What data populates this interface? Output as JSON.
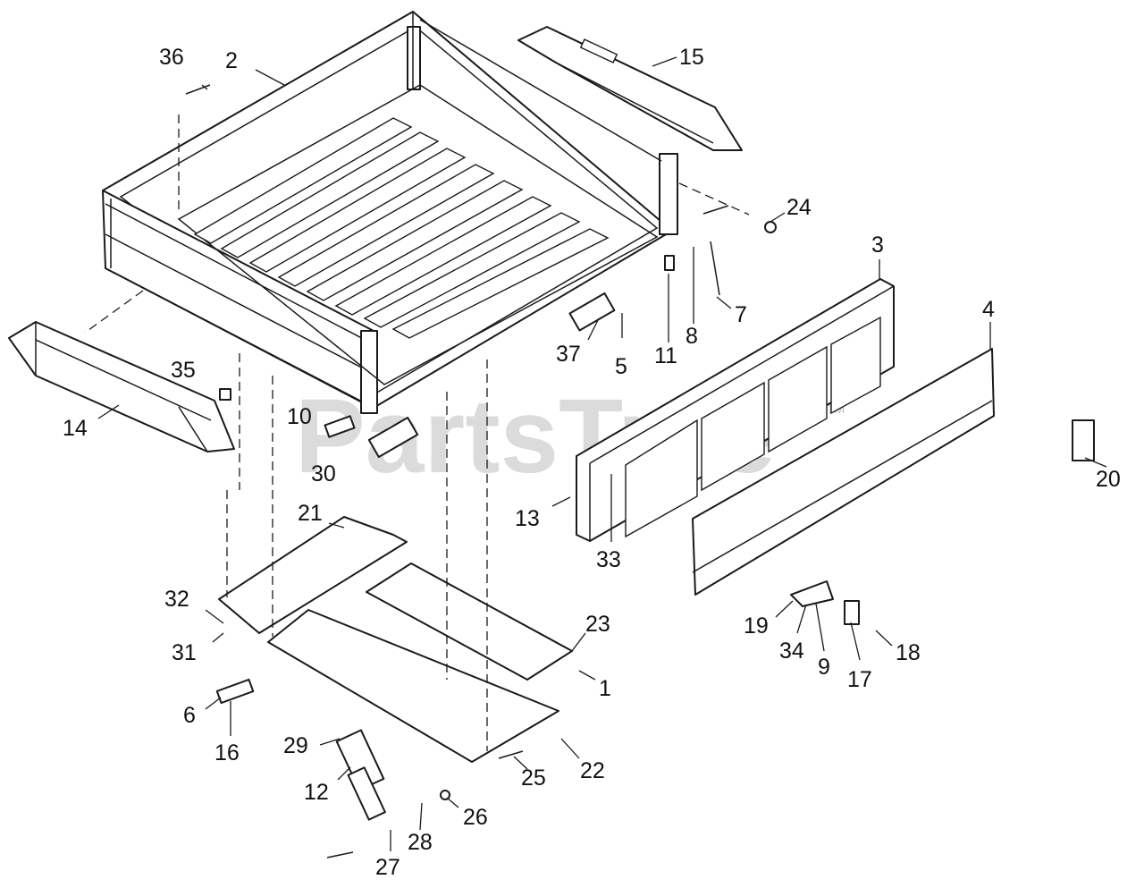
{
  "watermark": {
    "text": "PartsTree",
    "trademark": "TM"
  },
  "callouts": [
    {
      "id": "c36",
      "label": "36"
    },
    {
      "id": "c2",
      "label": "2"
    },
    {
      "id": "c15",
      "label": "15"
    },
    {
      "id": "c24",
      "label": "24"
    },
    {
      "id": "c3",
      "label": "3"
    },
    {
      "id": "c4",
      "label": "4"
    },
    {
      "id": "c7",
      "label": "7"
    },
    {
      "id": "c8",
      "label": "8"
    },
    {
      "id": "c11",
      "label": "11"
    },
    {
      "id": "c5",
      "label": "5"
    },
    {
      "id": "c37",
      "label": "37"
    },
    {
      "id": "c35",
      "label": "35"
    },
    {
      "id": "c14",
      "label": "14"
    },
    {
      "id": "c10",
      "label": "10"
    },
    {
      "id": "c30",
      "label": "30"
    },
    {
      "id": "c20",
      "label": "20"
    },
    {
      "id": "c13",
      "label": "13"
    },
    {
      "id": "c33",
      "label": "33"
    },
    {
      "id": "c21",
      "label": "21"
    },
    {
      "id": "c32",
      "label": "32"
    },
    {
      "id": "c31",
      "label": "31"
    },
    {
      "id": "c23",
      "label": "23"
    },
    {
      "id": "c1",
      "label": "1"
    },
    {
      "id": "c19",
      "label": "19"
    },
    {
      "id": "c34",
      "label": "34"
    },
    {
      "id": "c9",
      "label": "9"
    },
    {
      "id": "c17",
      "label": "17"
    },
    {
      "id": "c18",
      "label": "18"
    },
    {
      "id": "c6",
      "label": "6"
    },
    {
      "id": "c16",
      "label": "16"
    },
    {
      "id": "c29",
      "label": "29"
    },
    {
      "id": "c12",
      "label": "12"
    },
    {
      "id": "c25",
      "label": "25"
    },
    {
      "id": "c22",
      "label": "22"
    },
    {
      "id": "c26",
      "label": "26"
    },
    {
      "id": "c28",
      "label": "28"
    },
    {
      "id": "c27",
      "label": "27"
    }
  ]
}
